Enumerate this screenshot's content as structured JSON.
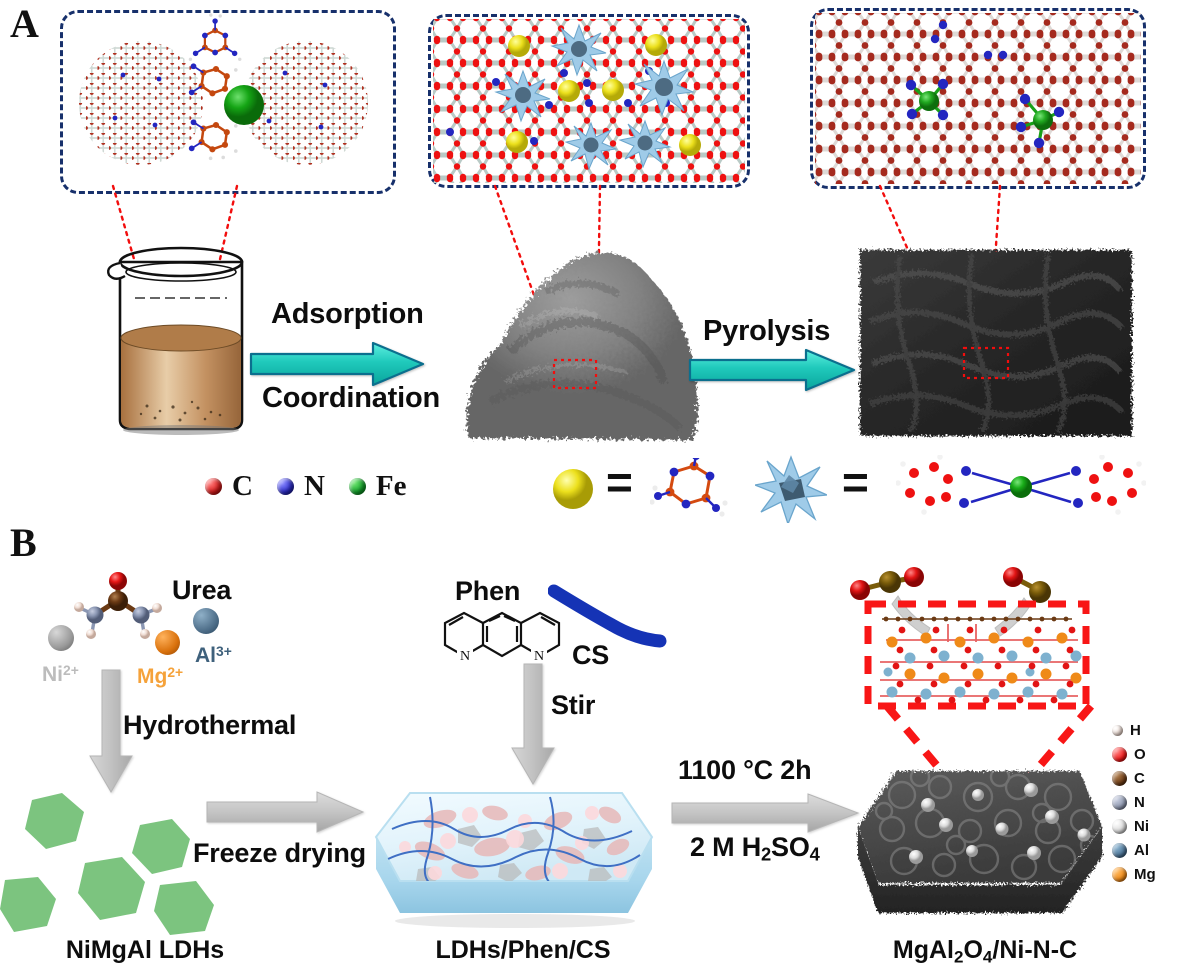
{
  "figure": {
    "panel_a_letter": "A",
    "panel_b_letter": "B"
  },
  "panel_a": {
    "process_steps": [
      {
        "label": "Adsorption",
        "position": "above-arrow-1"
      },
      {
        "label": "Coordination",
        "position": "below-arrow-1"
      },
      {
        "label": "Pyrolysis",
        "position": "above-arrow-2"
      }
    ],
    "arrow1_top_label": "Adsorption",
    "arrow1_bottom_label": "Coordination",
    "arrow2_label": "Pyrolysis",
    "legend": [
      {
        "symbol": "C",
        "color": "#e01b1b"
      },
      {
        "symbol": "N",
        "color": "#2a2ad0"
      },
      {
        "symbol": "Fe",
        "color": "#11a72a"
      }
    ],
    "keys": [
      {
        "shape": "yellow-sphere",
        "color": "#f2e51e",
        "equals": "melamine-molecule"
      },
      {
        "shape": "blue-burr",
        "color": "#8fc3e8",
        "equals": "fe-phenanthroline-complex"
      }
    ],
    "equals_sign": "=",
    "insets": [
      {
        "name": "graphene-sheets-with-precursors",
        "contents": "two carbon nanosheets, phenanthroline molecules, melamine, green Fe ion"
      },
      {
        "name": "adsorbed-precursor-lattice",
        "contents": "carbon lattice with yellow spheres and blue burr clusters adsorbed"
      },
      {
        "name": "fe-n4-single-atom-sites",
        "contents": "graphene lattice with two green Fe atoms coordinated by blue N atoms"
      }
    ],
    "objects": [
      {
        "name": "beaker",
        "description": "glass beaker with brown suspension"
      },
      {
        "name": "grey-powder",
        "description": "grey precursor powder pile"
      },
      {
        "name": "black-carbon-block",
        "description": "black porous carbon monolith"
      }
    ]
  },
  "panel_b": {
    "reagents": [
      {
        "label": "Urea",
        "color": "#111111"
      },
      {
        "label": "Ni",
        "charge": "2+",
        "color": "#bdbdbd",
        "ball": "#9a9a9a"
      },
      {
        "label": "Mg",
        "charge": "2+",
        "color": "#f29428",
        "ball": "#d9710c"
      },
      {
        "label": "Al",
        "charge": "3+",
        "color": "#3f617c",
        "ball": "#4f6f8a"
      }
    ],
    "steps": [
      {
        "label": "Hydrothermal",
        "direction": "down"
      },
      {
        "label": "Freeze drying",
        "direction": "right"
      },
      {
        "label": "Stir",
        "direction": "down"
      },
      {
        "label": "1100 °C 2h",
        "direction": "right-top"
      },
      {
        "label": "2 M H2SO4",
        "direction": "right-bottom"
      }
    ],
    "hydrothermal_label": "Hydrothermal",
    "freeze_drying_label": "Freeze drying",
    "phen_label": "Phen",
    "cs_label": "CS",
    "stir_label": "Stir",
    "calcination_label": "1100 °C 2h",
    "acid_label_parts": {
      "pre": "2 M H",
      "sub1": "2",
      "mid": "SO",
      "sub2": "4"
    },
    "product_labels": [
      {
        "text": "NiMgAl LDHs"
      },
      {
        "text": "LDHs/Phen/CS"
      },
      {
        "text_parts": {
          "p1": "MgAl",
          "s1": "2",
          "p2": "O",
          "s2": "4",
          "p3": "/Ni-N-C"
        }
      }
    ],
    "element_legend": [
      {
        "symbol": "H",
        "color": "#f5e2d8"
      },
      {
        "symbol": "O",
        "color": "#f01717"
      },
      {
        "symbol": "C",
        "color": "#6b3a14"
      },
      {
        "symbol": "N",
        "color": "#8b94ab"
      },
      {
        "symbol": "Ni",
        "color": "#d4d4d4"
      },
      {
        "symbol": "Al",
        "color": "#4a7193"
      },
      {
        "symbol": "Mg",
        "color": "#ef8a18"
      }
    ],
    "inset": {
      "name": "spinel-surface-co2-inset",
      "description": "red dashed box: graphene top layer on MgAl2O4 spinel lattice with CO2 molecules desorbing"
    },
    "objects": [
      {
        "name": "ldh-hexagon-platelets",
        "color": "#7cc47f",
        "count": 5
      },
      {
        "name": "ice-block-hydrogel",
        "color": "#cfe9f5"
      },
      {
        "name": "porous-carbon-slab",
        "color": "#4a4a4a"
      }
    ]
  },
  "colors": {
    "teal_arrow": "#2ac6bd",
    "teal_arrow_dark": "#0f7f96",
    "navy_dash": "#17306b",
    "red_dash": "#f81616",
    "grey_arrow": "#c9c9c9",
    "ldh_green": "#7cc47f",
    "cs_blue": "#1533b5"
  }
}
